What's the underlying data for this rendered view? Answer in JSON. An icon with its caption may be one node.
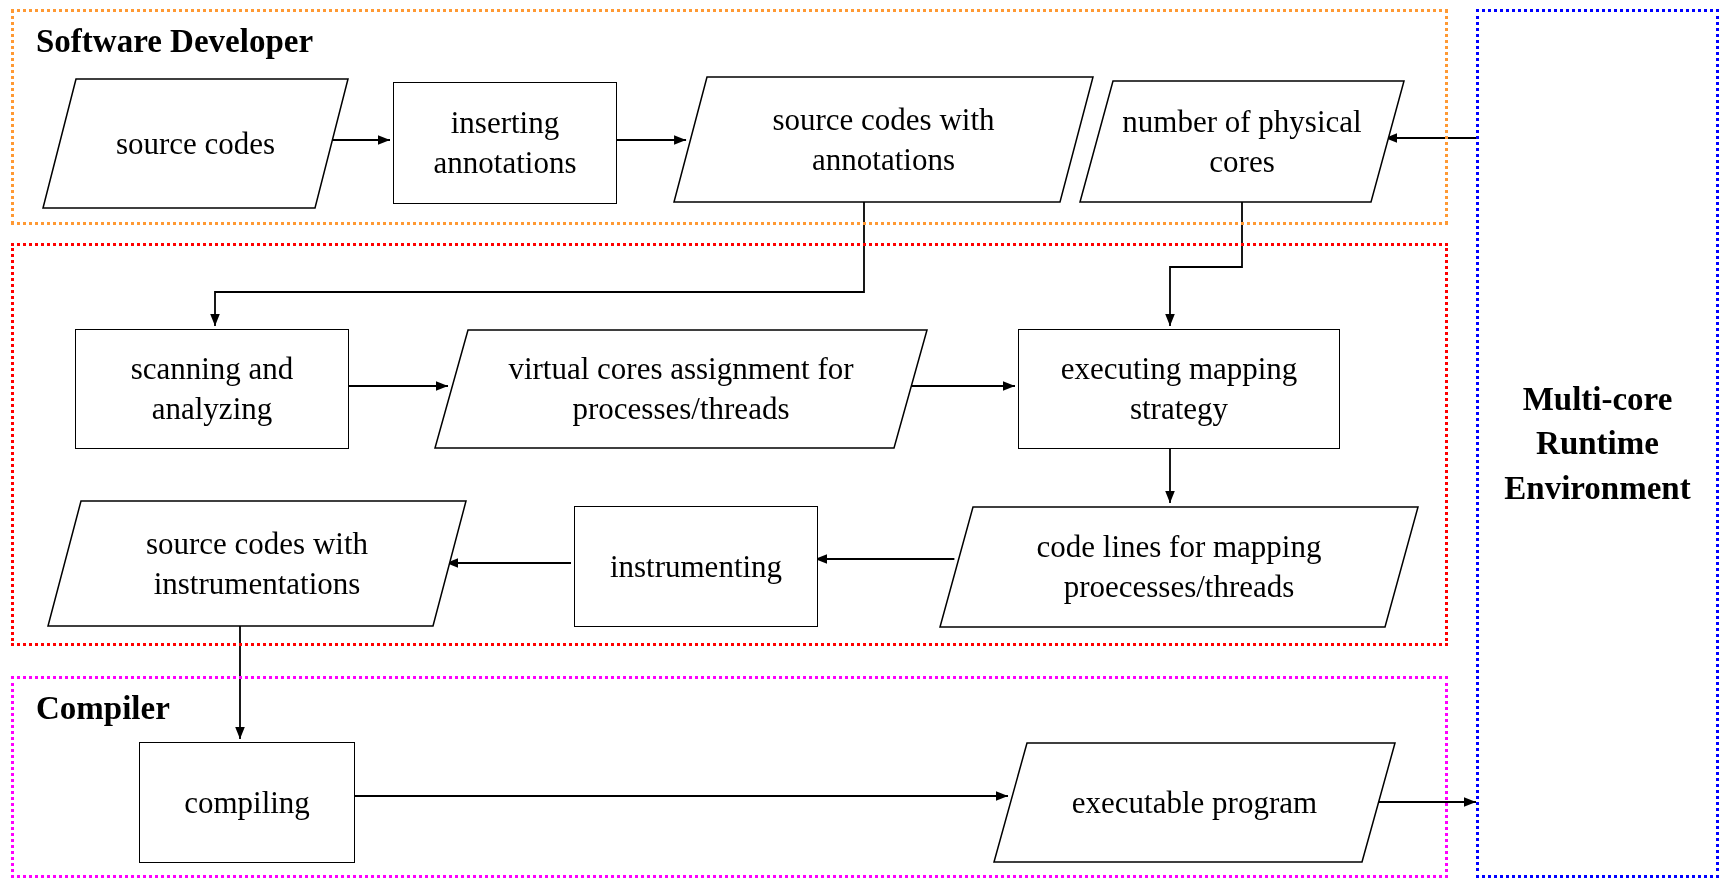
{
  "diagram": {
    "nodes": [
      {
        "text": [
          "Software Developer"
        ]
      },
      {
        "text": [
          "source codes"
        ],
        "in": 0
      },
      {
        "text": [
          "inserting annotations"
        ],
        "in": 0
      },
      {
        "text": [
          "source codes with annotations"
        ],
        "in": 0
      },
      {
        "text": [
          "number of physical cores"
        ],
        "in": 0
      },
      {
        "text": [],
        "shape": "box"
      },
      {
        "text": [
          "scanning and analyzing"
        ],
        "in": 5
      },
      {
        "text": [
          "virtual cores assignment for processes/threads"
        ],
        "in": 5
      },
      {
        "text": [
          "executing mapping strategy"
        ],
        "in": 5
      },
      {
        "text": [
          "source codes with instrumentations"
        ],
        "in": 5
      },
      {
        "text": [
          "instrumenting"
        ],
        "in": 5
      },
      {
        "text": [
          "code lines for mapping proecesses/threads"
        ],
        "in": 5
      },
      {
        "text": [
          "Compiler"
        ]
      },
      {
        "text": [
          "compiling"
        ],
        "in": 12
      },
      {
        "text": [
          "executable program"
        ],
        "in": 12
      },
      {
        "text": [
          "Multi-core Runtime Environment"
        ]
      }
    ],
    "edges": [
      {
        "from": 1,
        "to": 2,
        "arrow": "to"
      },
      {
        "from": 2,
        "to": 3,
        "arrow": "to"
      },
      {
        "from": 15,
        "to": 4,
        "arrow": "to"
      },
      {
        "from": 3,
        "to": 6,
        "arrow": "to"
      },
      {
        "from": 4,
        "to": 8,
        "arrow": "to"
      },
      {
        "from": 6,
        "to": 7,
        "arrow": "to"
      },
      {
        "from": 7,
        "to": 8,
        "arrow": "to"
      },
      {
        "from": 8,
        "to": 11,
        "arrow": "to"
      },
      {
        "from": 11,
        "to": 10,
        "arrow": "to"
      },
      {
        "from": 10,
        "to": 9,
        "arrow": "to"
      },
      {
        "from": 9,
        "to": 13,
        "arrow": "to"
      },
      {
        "from": 13,
        "to": 14,
        "arrow": "to"
      },
      {
        "from": 14,
        "to": 15,
        "arrow": "to"
      }
    ]
  }
}
